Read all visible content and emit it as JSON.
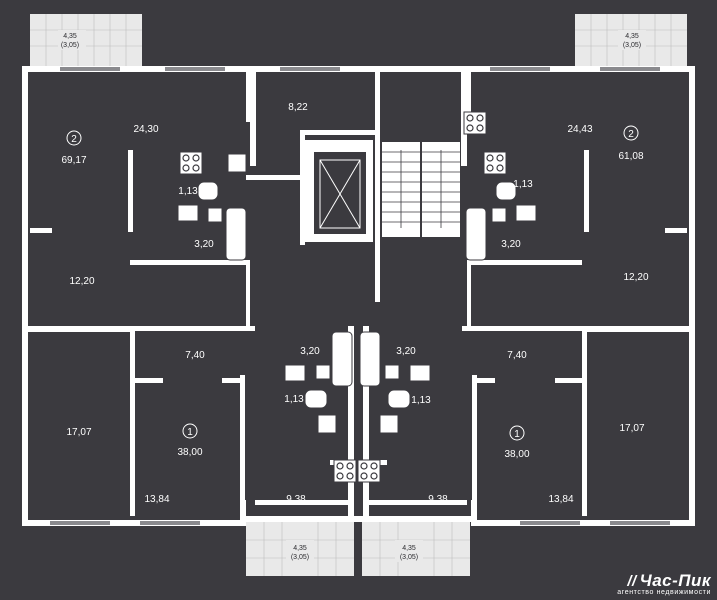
{
  "balconies": {
    "top_left": {
      "area": "4,35",
      "sub": "(3,05)"
    },
    "top_right": {
      "area": "4,35",
      "sub": "(3,05)"
    },
    "bottom_left": {
      "area": "4,35",
      "sub": "(3,05)"
    },
    "bottom_right": {
      "area": "4,35",
      "sub": "(3,05)"
    }
  },
  "apartments": {
    "left_2room": {
      "rooms": "2",
      "total": "69,17"
    },
    "right_2room": {
      "rooms": "2",
      "total": "61,08"
    },
    "left_1room": {
      "rooms": "1",
      "total": "38,00"
    },
    "right_1room": {
      "rooms": "1",
      "total": "38,00"
    }
  },
  "room_areas": {
    "tl_living": "24,30",
    "hall_top": "8,22",
    "tr_living": "24,43",
    "tl_wc": "1,13",
    "tr_wc": "1,13",
    "tl_bath": "3,20",
    "tr_bath": "3,20",
    "tl_kitchen": "12,20",
    "tr_kitchen": "12,20",
    "bl_bath": "3,20",
    "br_bath": "3,20",
    "bl_hall": "7,40",
    "br_hall": "7,40",
    "bl_wc": "1,13",
    "br_wc": "1,13",
    "left_room": "17,07",
    "right_room": "17,07",
    "bl_living": "13,84",
    "bl_kitchen": "9,38",
    "br_kitchen": "9,38",
    "br_living": "13,84"
  },
  "logo": {
    "mark": "//",
    "name": "Час-Пик",
    "tagline": "агентство недвижимости"
  }
}
